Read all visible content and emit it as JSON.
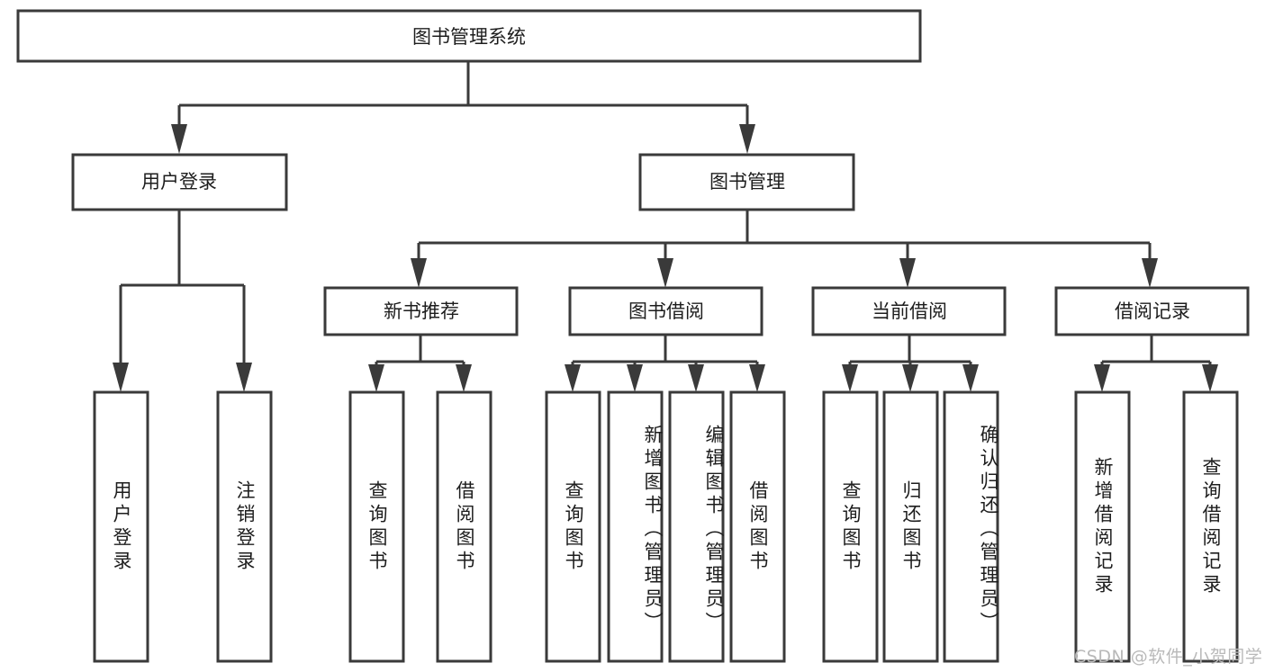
{
  "diagram": {
    "type": "tree-hierarchy-chart",
    "title": "图书管理系统",
    "stroke_color": "#3a3a3a",
    "fill_color": "#ffffff",
    "text_color": "#1d1d1d",
    "levels": {
      "root": {
        "label": "图书管理系统"
      },
      "level1": [
        {
          "id": "user-login",
          "label": "用户登录"
        },
        {
          "id": "book-manage",
          "label": "图书管理"
        }
      ],
      "level2": [
        {
          "id": "new-book-rec",
          "label": "新书推荐"
        },
        {
          "id": "book-borrow",
          "label": "图书借阅"
        },
        {
          "id": "current-borrow",
          "label": "当前借阅"
        },
        {
          "id": "borrow-record",
          "label": "借阅记录"
        }
      ],
      "leaves": {
        "user-login": [
          {
            "id": "leaf-user-login",
            "label": "用户登录"
          },
          {
            "id": "leaf-logout",
            "label": "注销登录"
          }
        ],
        "new-book-rec": [
          {
            "id": "leaf-query-book-1",
            "label": "查询图书"
          },
          {
            "id": "leaf-borrow-book-1",
            "label": "借阅图书"
          }
        ],
        "book-borrow": [
          {
            "id": "leaf-query-book-2",
            "label": "查询图书"
          },
          {
            "id": "leaf-add-book",
            "label": "新增图书（管理员）"
          },
          {
            "id": "leaf-edit-book",
            "label": "编辑图书（管理员）"
          },
          {
            "id": "leaf-borrow-book-2",
            "label": "借阅图书"
          }
        ],
        "current-borrow": [
          {
            "id": "leaf-query-book-3",
            "label": "查询图书"
          },
          {
            "id": "leaf-return-book",
            "label": "归还图书"
          },
          {
            "id": "leaf-confirm-return",
            "label": "确认归还（管理员）"
          }
        ],
        "borrow-record": [
          {
            "id": "leaf-add-record",
            "label": "新增借阅记录"
          },
          {
            "id": "leaf-query-record",
            "label": "查询借阅记录"
          }
        ]
      }
    }
  },
  "watermark": {
    "text": "CSDN @软件_小贺同学"
  }
}
